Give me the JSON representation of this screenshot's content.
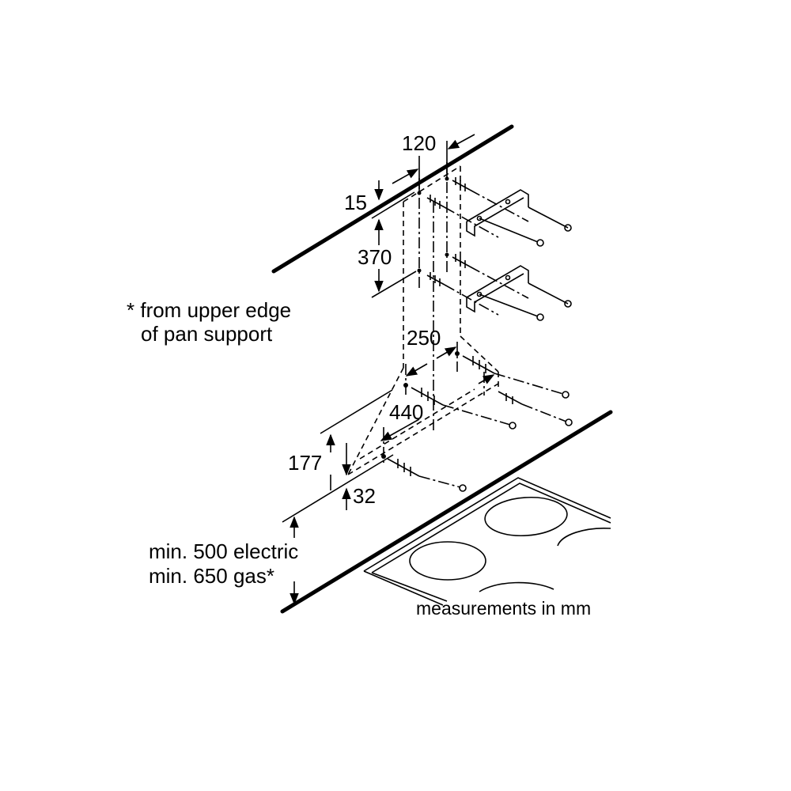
{
  "dimensions": {
    "d120": "120",
    "d15": "15",
    "d370": "370",
    "d250": "250",
    "d440": "440",
    "d177": "177",
    "d32": "32"
  },
  "notes": {
    "from_edge_line1": "* from upper edge",
    "from_edge_line2": "of pan support",
    "min_electric": "min. 500 electric",
    "min_gas": "min. 650 gas*",
    "measurements": "measurements in mm"
  }
}
